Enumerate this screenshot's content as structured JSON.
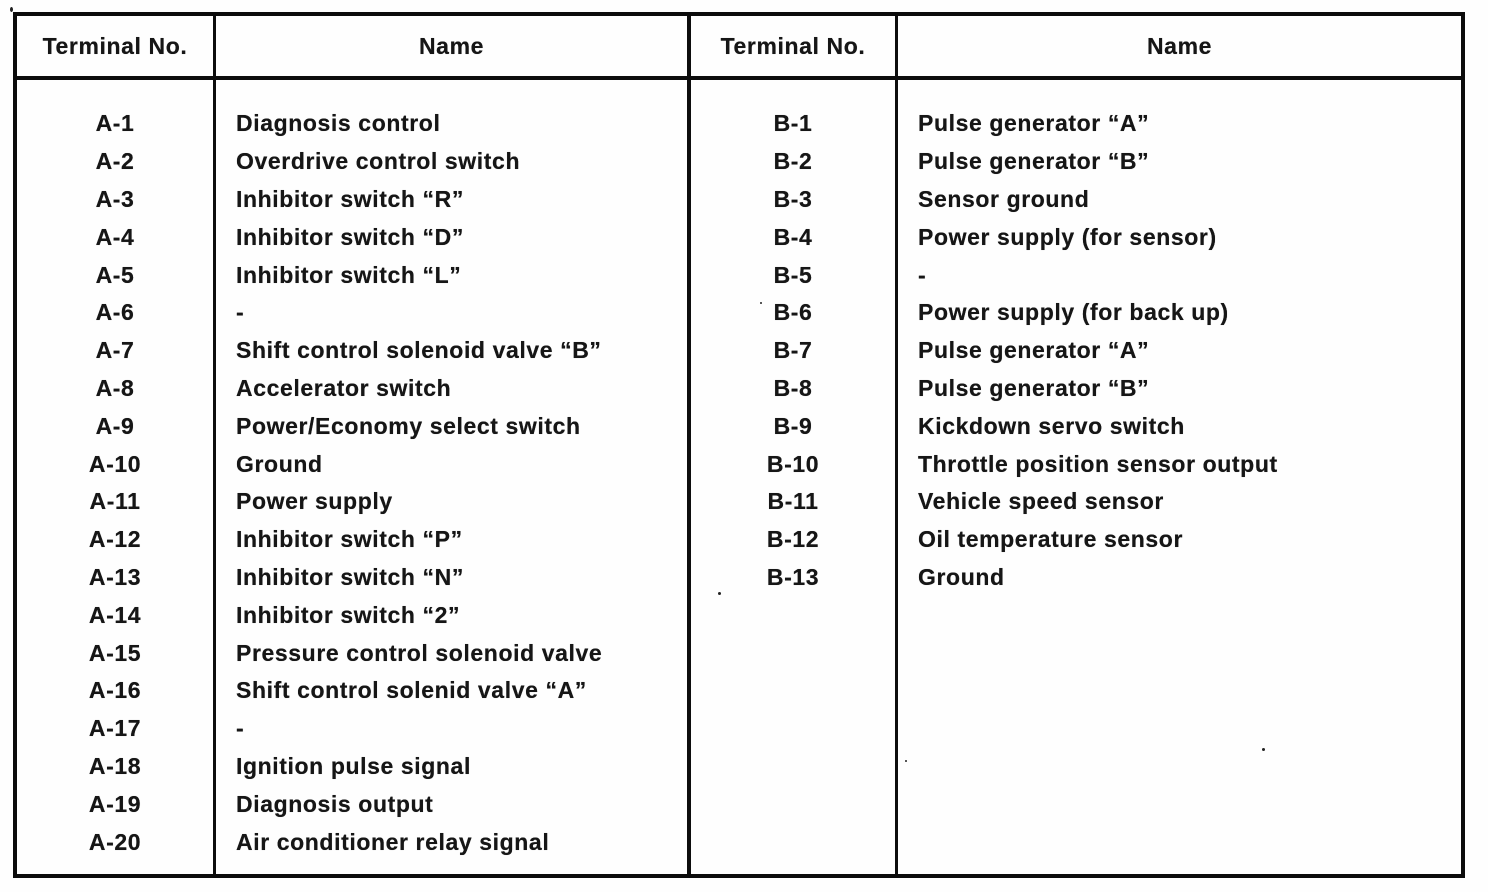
{
  "document": {
    "type": "scanned-terminal-table",
    "ink_color": "#161616",
    "paper_color": "#fefefe"
  },
  "table": {
    "left": {
      "headers": {
        "terminal": "Terminal No.",
        "name": "Name"
      },
      "rows": [
        {
          "terminal": "A-1",
          "name": "Diagnosis control"
        },
        {
          "terminal": "A-2",
          "name": "Overdrive control switch"
        },
        {
          "terminal": "A-3",
          "name": "Inhibitor switch “R”"
        },
        {
          "terminal": "A-4",
          "name": "Inhibitor switch “D”"
        },
        {
          "terminal": "A-5",
          "name": "Inhibitor switch “L”"
        },
        {
          "terminal": "A-6",
          "name": "-"
        },
        {
          "terminal": "A-7",
          "name": "Shift control solenoid valve “B”"
        },
        {
          "terminal": "A-8",
          "name": "Accelerator switch"
        },
        {
          "terminal": "A-9",
          "name": "Power/Economy select switch"
        },
        {
          "terminal": "A-10",
          "name": "Ground"
        },
        {
          "terminal": "A-11",
          "name": "Power supply"
        },
        {
          "terminal": "A-12",
          "name": "Inhibitor switch “P”"
        },
        {
          "terminal": "A-13",
          "name": "Inhibitor switch “N”"
        },
        {
          "terminal": "A-14",
          "name": "Inhibitor switch “2”"
        },
        {
          "terminal": "A-15",
          "name": "Pressure control solenoid valve"
        },
        {
          "terminal": "A-16",
          "name": "Shift control solenid valve “A”"
        },
        {
          "terminal": "A-17",
          "name": "-"
        },
        {
          "terminal": "A-18",
          "name": "Ignition pulse signal"
        },
        {
          "terminal": "A-19",
          "name": "Diagnosis output"
        },
        {
          "terminal": "A-20",
          "name": "Air conditioner relay signal"
        }
      ]
    },
    "right": {
      "headers": {
        "terminal": "Terminal No.",
        "name": "Name"
      },
      "rows": [
        {
          "terminal": "B-1",
          "name": "Pulse generator “A”"
        },
        {
          "terminal": "B-2",
          "name": "Pulse generator “B”"
        },
        {
          "terminal": "B-3",
          "name": "Sensor ground"
        },
        {
          "terminal": "B-4",
          "name": "Power supply (for sensor)"
        },
        {
          "terminal": "B-5",
          "name": "-"
        },
        {
          "terminal": "B-6",
          "name": "Power supply (for back up)"
        },
        {
          "terminal": "B-7",
          "name": "Pulse generator “A”"
        },
        {
          "terminal": "B-8",
          "name": "Pulse generator “B”"
        },
        {
          "terminal": "B-9",
          "name": "Kickdown servo switch"
        },
        {
          "terminal": "B-10",
          "name": "Throttle position sensor output"
        },
        {
          "terminal": "B-11",
          "name": "Vehicle speed sensor"
        },
        {
          "terminal": "B-12",
          "name": "Oil temperature sensor"
        },
        {
          "terminal": "B-13",
          "name": "Ground"
        }
      ]
    }
  }
}
